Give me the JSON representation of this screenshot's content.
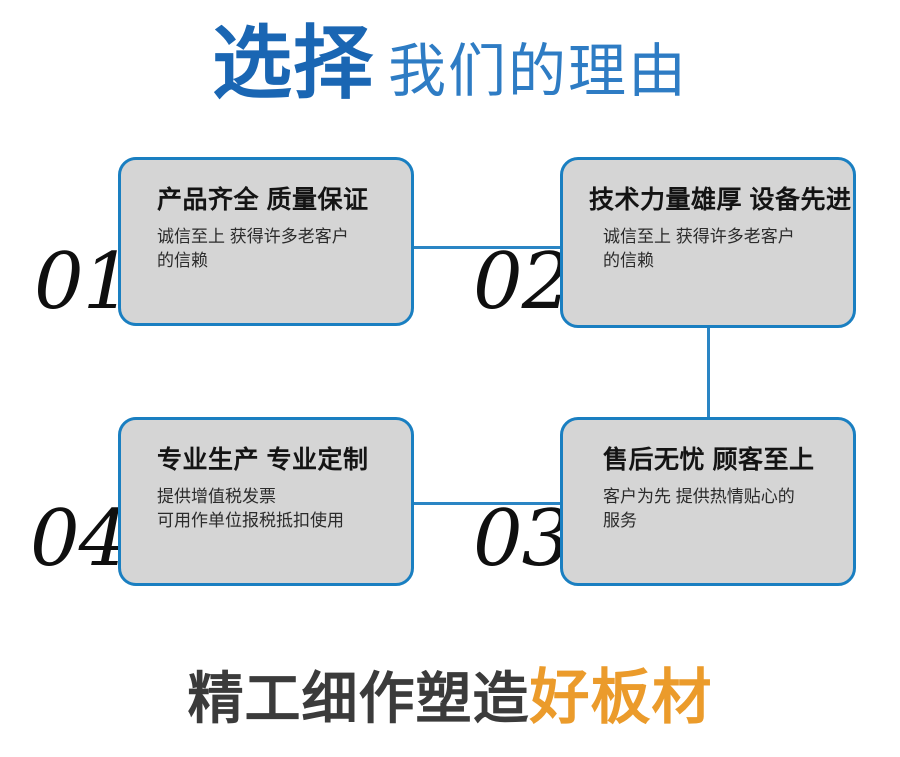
{
  "header": {
    "strong_text": "选择",
    "light_text": "我们的理由",
    "strong_color": "#1a66b3",
    "light_color": "#2e7cc4"
  },
  "theme": {
    "accent_blue": "#1a7fc1",
    "connector_blue": "#2a85c4",
    "card_fill": "#d5d5d5",
    "title_color": "#141414",
    "body_color": "#2b2b2b",
    "number_color": "#0f0f0f",
    "footer_accent_orange": "#eb9b2b",
    "footer_dark": "#3b3b3b",
    "background": "#ffffff"
  },
  "cards": [
    {
      "number": "01",
      "title": "产品齐全 质量保证",
      "body_lines": [
        "诚信至上 获得许多老客户",
        "的信赖"
      ]
    },
    {
      "number": "02",
      "title": "技术力量雄厚 设备先进",
      "body_lines": [
        "诚信至上 获得许多老客户",
        "的信赖"
      ]
    },
    {
      "number": "03",
      "title": "售后无忧 顾客至上",
      "body_lines": [
        "客户为先 提供热情贴心的",
        "服务"
      ]
    },
    {
      "number": "04",
      "title": "专业生产 专业定制",
      "body_lines": [
        "提供增值税发票",
        "可用作单位报税抵扣使用"
      ]
    }
  ],
  "footer": {
    "dark_text": "精工细作塑造",
    "accent_text": "好板材"
  }
}
